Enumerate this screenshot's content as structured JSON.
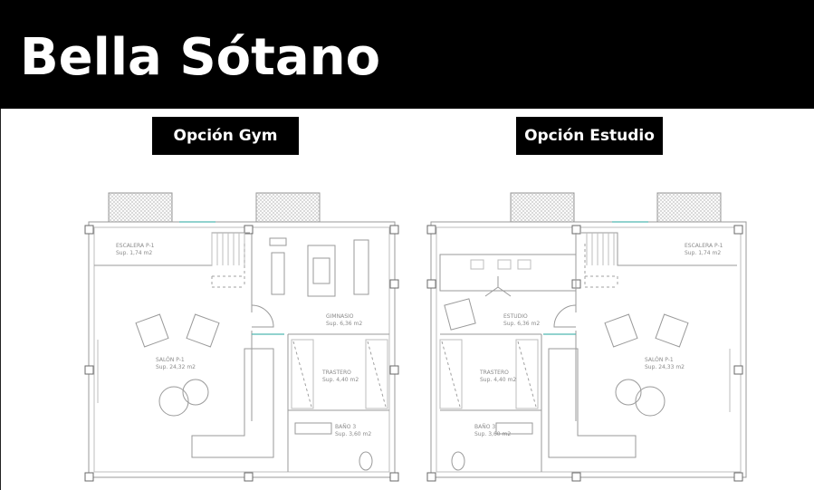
{
  "header": {
    "title": "Bella Sótano"
  },
  "options": [
    {
      "label": "Opción Gym",
      "rooms": [
        {
          "name": "ESCALERA P-1",
          "area": "Sup. 1,74 m2"
        },
        {
          "name": "GIMNASIO",
          "area": "Sup. 6,36 m2"
        },
        {
          "name": "SALÓN P-1",
          "area": "Sup. 24,32 m2"
        },
        {
          "name": "TRASTERO",
          "area": "Sup. 4,40 m2"
        },
        {
          "name": "BAÑO 3",
          "area": "Sup. 3,60 m2"
        }
      ]
    },
    {
      "label": "Opción Estudio",
      "rooms": [
        {
          "name": "ESTUDIO",
          "area": "Sup. 6,36 m2"
        },
        {
          "name": "ESCALERA P-1",
          "area": "Sup. 1,74 m2"
        },
        {
          "name": "TRASTERO",
          "area": "Sup. 4,40 m2"
        },
        {
          "name": "SALÓN P-1",
          "area": "Sup. 24,33 m2"
        },
        {
          "name": "BAÑO 3",
          "area": "Sup. 3,60 m2"
        }
      ]
    }
  ]
}
